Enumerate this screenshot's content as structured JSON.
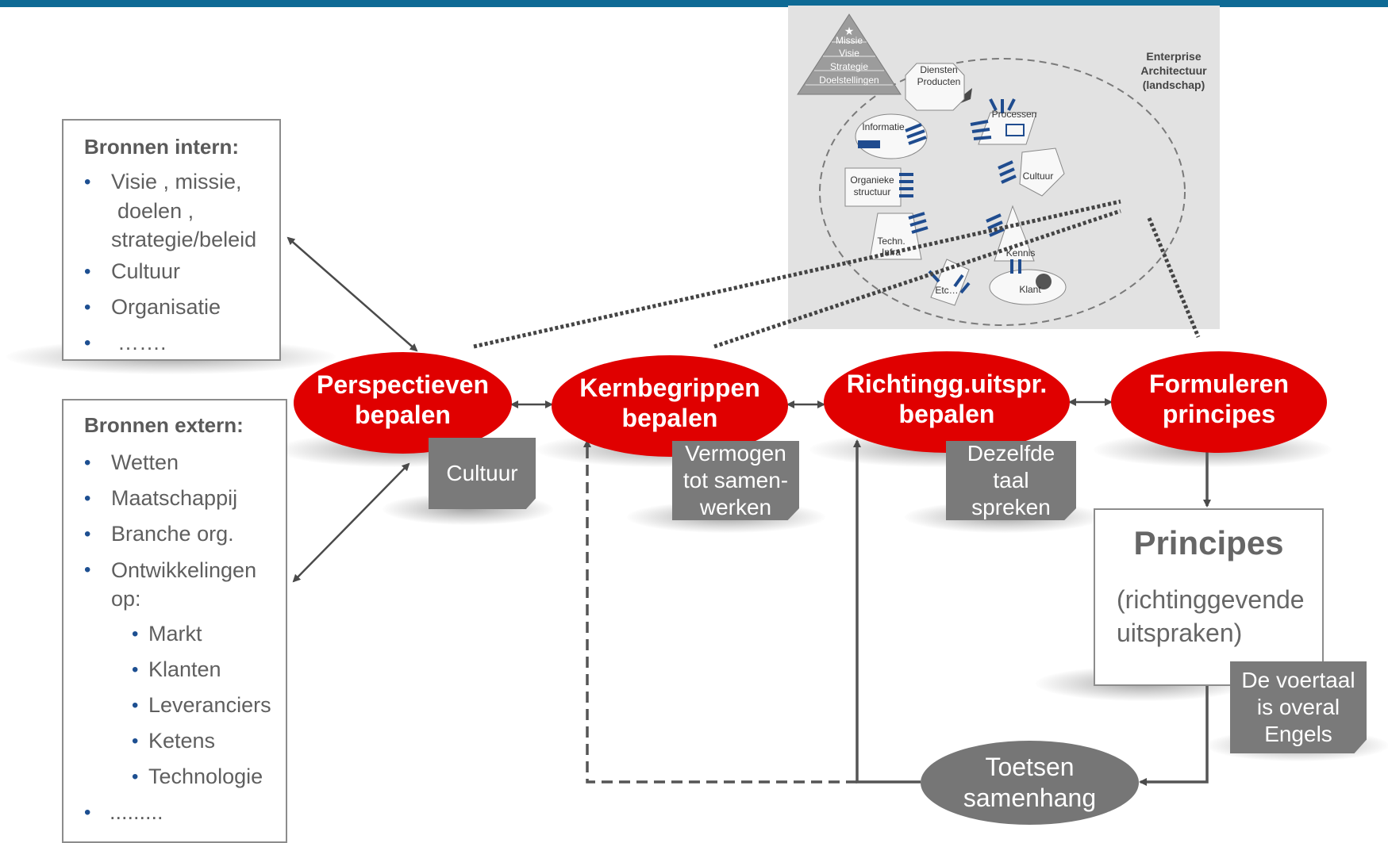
{
  "sources_internal": {
    "title": "Bronnen intern:",
    "items": [
      "Visie , missie,",
      "doelen ,",
      "strategie/beleid",
      "Cultuur",
      "Organisatie",
      "……."
    ]
  },
  "sources_external": {
    "title": "Bronnen extern:",
    "items": [
      "Wetten",
      "Maatschappij",
      "Branche org.",
      "Ontwikkelingen",
      "op:",
      "Markt",
      "Klanten",
      "Leveranciers",
      "Ketens",
      "Technologie",
      "........."
    ]
  },
  "steps": [
    {
      "line1": "Perspectieven",
      "line2": "bepalen"
    },
    {
      "line1": "Kernbegrippen",
      "line2": "bepalen"
    },
    {
      "line1": "Richtingg.uitspr.",
      "line2": "bepalen"
    },
    {
      "line1": "Formuleren",
      "line2": "principes"
    }
  ],
  "notes": [
    {
      "lines": [
        "Cultuur"
      ]
    },
    {
      "lines": [
        "Vermogen",
        "tot samen-",
        "werken"
      ]
    },
    {
      "lines": [
        "Dezelfde",
        "taal",
        "spreken"
      ]
    },
    {
      "lines": [
        "De voertaal",
        "is overal",
        "Engels"
      ]
    }
  ],
  "principles": {
    "title": "Principes",
    "line1": "(richtinggevende",
    "line2": "uitspraken)"
  },
  "test": {
    "line1": "Toetsen",
    "line2": "samenhang"
  },
  "enterprise_architecture": {
    "title_lines": [
      "Enterprise",
      "Architectuur",
      "(landschap)"
    ],
    "pyramid": [
      "Missie",
      "Visie",
      "Strategie",
      "Doelstellingen"
    ],
    "elements": [
      "Diensten",
      "Producten",
      "Processen",
      "Informatie",
      "Organieke",
      "structuur",
      "Cultuur",
      "Techn.",
      "Infra",
      "Kennis",
      "Etc…",
      "Klant"
    ]
  },
  "colors": {
    "step": "#e00000",
    "note": "#7a7a7a",
    "top_bar": "#0e6a95",
    "bullet": "#1d4f91"
  }
}
